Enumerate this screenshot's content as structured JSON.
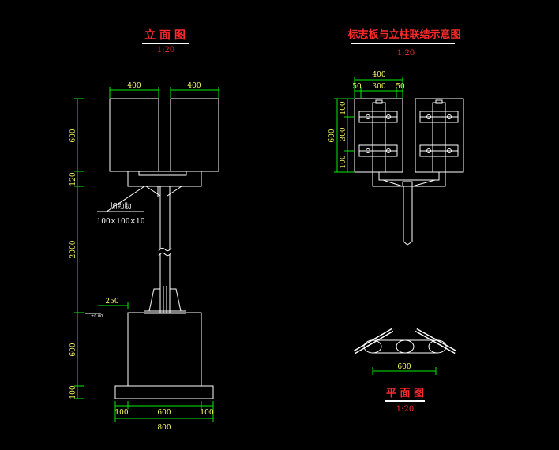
{
  "elevation": {
    "title": "立 面 图",
    "scale": "1:20",
    "dims": {
      "top_left_width": "400",
      "top_right_width": "400",
      "panel_height": "600",
      "bracket_height": "120",
      "pole_height": "2000",
      "foundation_height": "600",
      "base_height": "100",
      "pole_offset": "250",
      "bottom_left": "100",
      "bottom_mid": "600",
      "bottom_right": "100",
      "bottom_total": "800",
      "ground_mark": "±0.00"
    },
    "rib_label_1": "加劲肋",
    "rib_label_2": "100×100×10"
  },
  "connection": {
    "title": "标志板与立柱联结示意图",
    "scale": "1:20",
    "dims": {
      "total_width": "400",
      "left_margin": "50",
      "mid_width": "300",
      "right_margin": "50",
      "panel_height": "600",
      "seg_top": "100",
      "seg_mid": "300",
      "seg_bot": "100"
    }
  },
  "plan": {
    "title": "平 面 图",
    "scale": "1:20",
    "width": "600"
  }
}
